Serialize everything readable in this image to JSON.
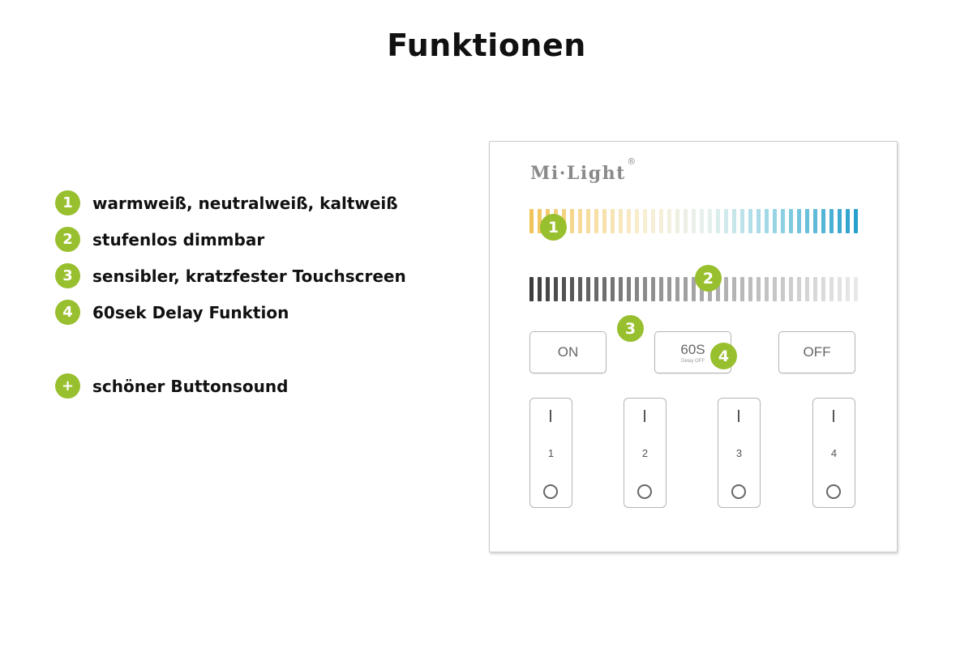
{
  "page": {
    "title": "Funktionen"
  },
  "colors": {
    "badge_green": "#98bf2d",
    "title_text": "#111111",
    "panel_text": "#666666"
  },
  "features": [
    {
      "badge": "1",
      "text": "warmweiß, neutralweiß, kaltweiß"
    },
    {
      "badge": "2",
      "text": "stufenlos dimmbar"
    },
    {
      "badge": "3",
      "text": "sensibler, kratzfester Touchscreen"
    },
    {
      "badge": "4",
      "text": "60sek Delay Funktion"
    }
  ],
  "extra_feature": {
    "badge": "+",
    "text": "schöner Buttonsound"
  },
  "panel": {
    "brand": "Mi·Light",
    "registered_mark": "®",
    "badges": [
      "1",
      "2",
      "3",
      "4"
    ],
    "buttons": {
      "on": "ON",
      "timer": "60S",
      "timer_sub": "Delay OFF",
      "off": "OFF"
    },
    "zones": [
      "1",
      "2",
      "3",
      "4"
    ]
  }
}
